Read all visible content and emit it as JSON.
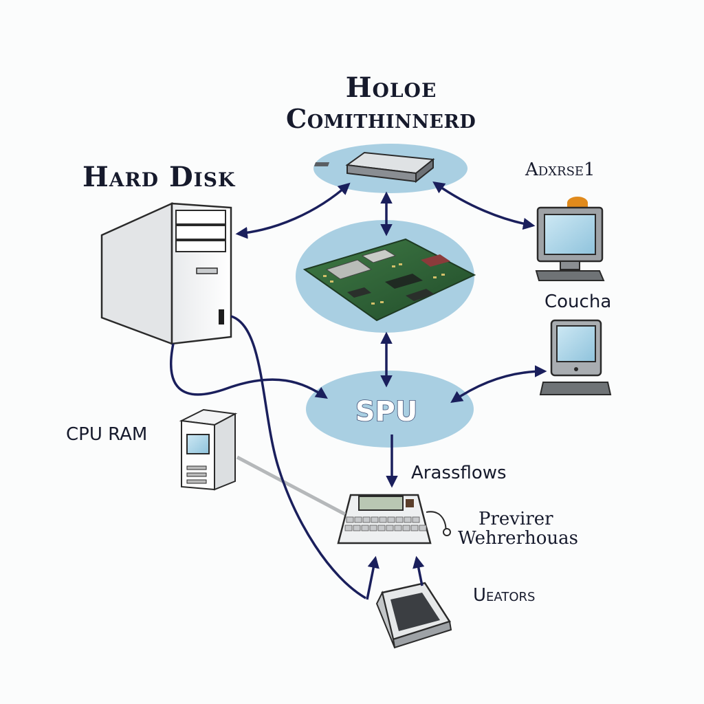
{
  "title": {
    "line1": "Holoe",
    "line2": "Comithinnerd"
  },
  "labels": {
    "hard_disk": "Hard Disk",
    "adxrse": "Adxrse1",
    "couch": "Coucha",
    "cpu_ram": "CPU RAM",
    "arassflows": "Arassflows",
    "previrer": "Previrer",
    "wehrerhouas": "Wehrerhouas",
    "ueators": "Ueators"
  },
  "hub_label": "SPU",
  "colors": {
    "arrow": "#1a1f5c",
    "hub_fill": "#a9cfe2",
    "background": "#fbfcfc",
    "text": "#161a2c"
  }
}
